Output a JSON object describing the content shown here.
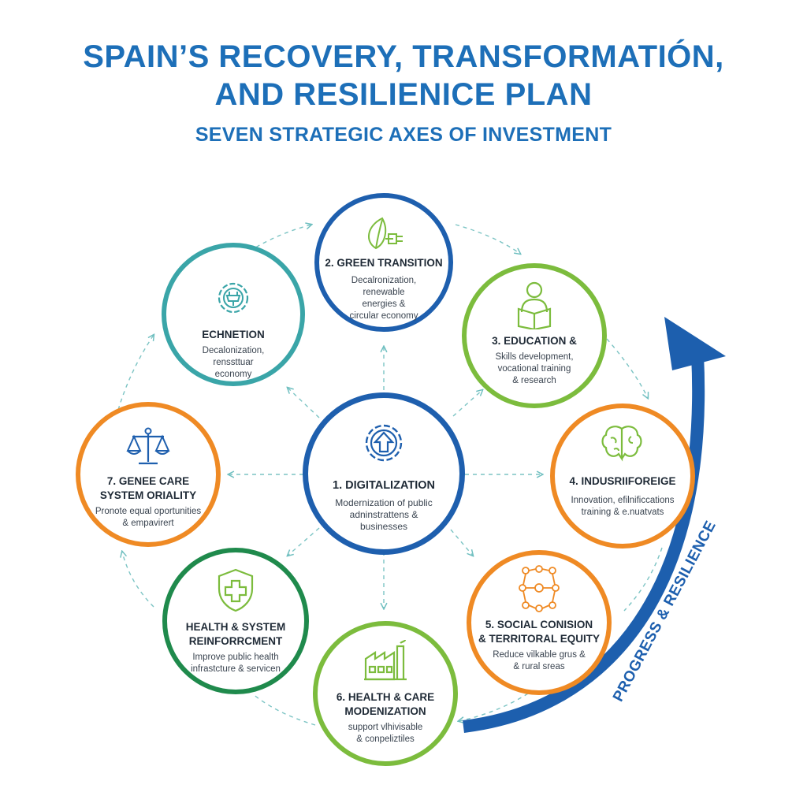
{
  "header": {
    "title_line1": "SPAIN’S RECOVERY, TRANSFORMATIÓN,",
    "title_line2": "AND RESILIENICE PLAN",
    "subtitle": "SEVEN STRATEGIC AXES OF INVESTMENT"
  },
  "center": {
    "title": "1. DIGITALIZATION",
    "desc_line1": "Modernization of public",
    "desc_line2": "adninstrattens &",
    "desc_line3": "businesses",
    "icon": "gear-upload-icon",
    "color": "#1e5fae"
  },
  "axes": {
    "green": {
      "title": "2. GREEN TRANSITION",
      "desc_line1": "Decalronization, renewable",
      "desc_line2": "energies &",
      "desc_line3": "circular economy",
      "icon": "leaf-plug-icon",
      "color": "#1e5fae"
    },
    "education": {
      "title": "3. EDUCATION &",
      "desc_line1": "Skills development,",
      "desc_line2": "vocational training",
      "desc_line3": "& research",
      "icon": "reader-icon",
      "color": "#7cbc3d"
    },
    "industry": {
      "title": "4. INDUSRIIFOREIGE",
      "desc_line1": "Innovation, efilnificcations",
      "desc_line2": "training & e.nuatvats",
      "icon": "brain-icon",
      "color": "#ef8a24"
    },
    "social": {
      "title_line1": "5. SOCIAL CONISION",
      "title_line2": "& TERRITORAL EQUITY",
      "desc_line1": "Reduce vilkable grus &",
      "desc_line2": "& rural sreas",
      "icon": "network-icon",
      "color": "#ef8a24"
    },
    "health_care": {
      "title_line1": "6. HEALTH & CARE",
      "title_line2": "MODENIZATION",
      "desc_line1": "support vlhivisable",
      "desc_line2": "& conpeliztiles",
      "icon": "factory-icon",
      "color": "#7cbc3d"
    },
    "health_system": {
      "title_line1": "HEALTH & SYSTEM",
      "title_line2": "REINFORRCMENT",
      "desc_line1": "Improve public health",
      "desc_line2": "infrastcture & servicen",
      "icon": "shield-cross-icon",
      "color": "#1f8a4c"
    },
    "equality": {
      "title_line1": "7. GENEE CARE",
      "title_line2": "SYSTEM ORIALITY",
      "desc_line1": "Pronote equal oportunities",
      "desc_line2": "& empavirert",
      "icon": "scales-icon",
      "color": "#ef8a24"
    },
    "energy": {
      "title": "ECHNETION",
      "desc_line1": "Decalonization, renssttuar",
      "desc_line2": "economy",
      "icon": "gear-plug-icon",
      "color": "#3aa5a8"
    }
  },
  "progress": {
    "label": "PROGRESS & RESILIENCE",
    "color": "#1d5fae"
  }
}
